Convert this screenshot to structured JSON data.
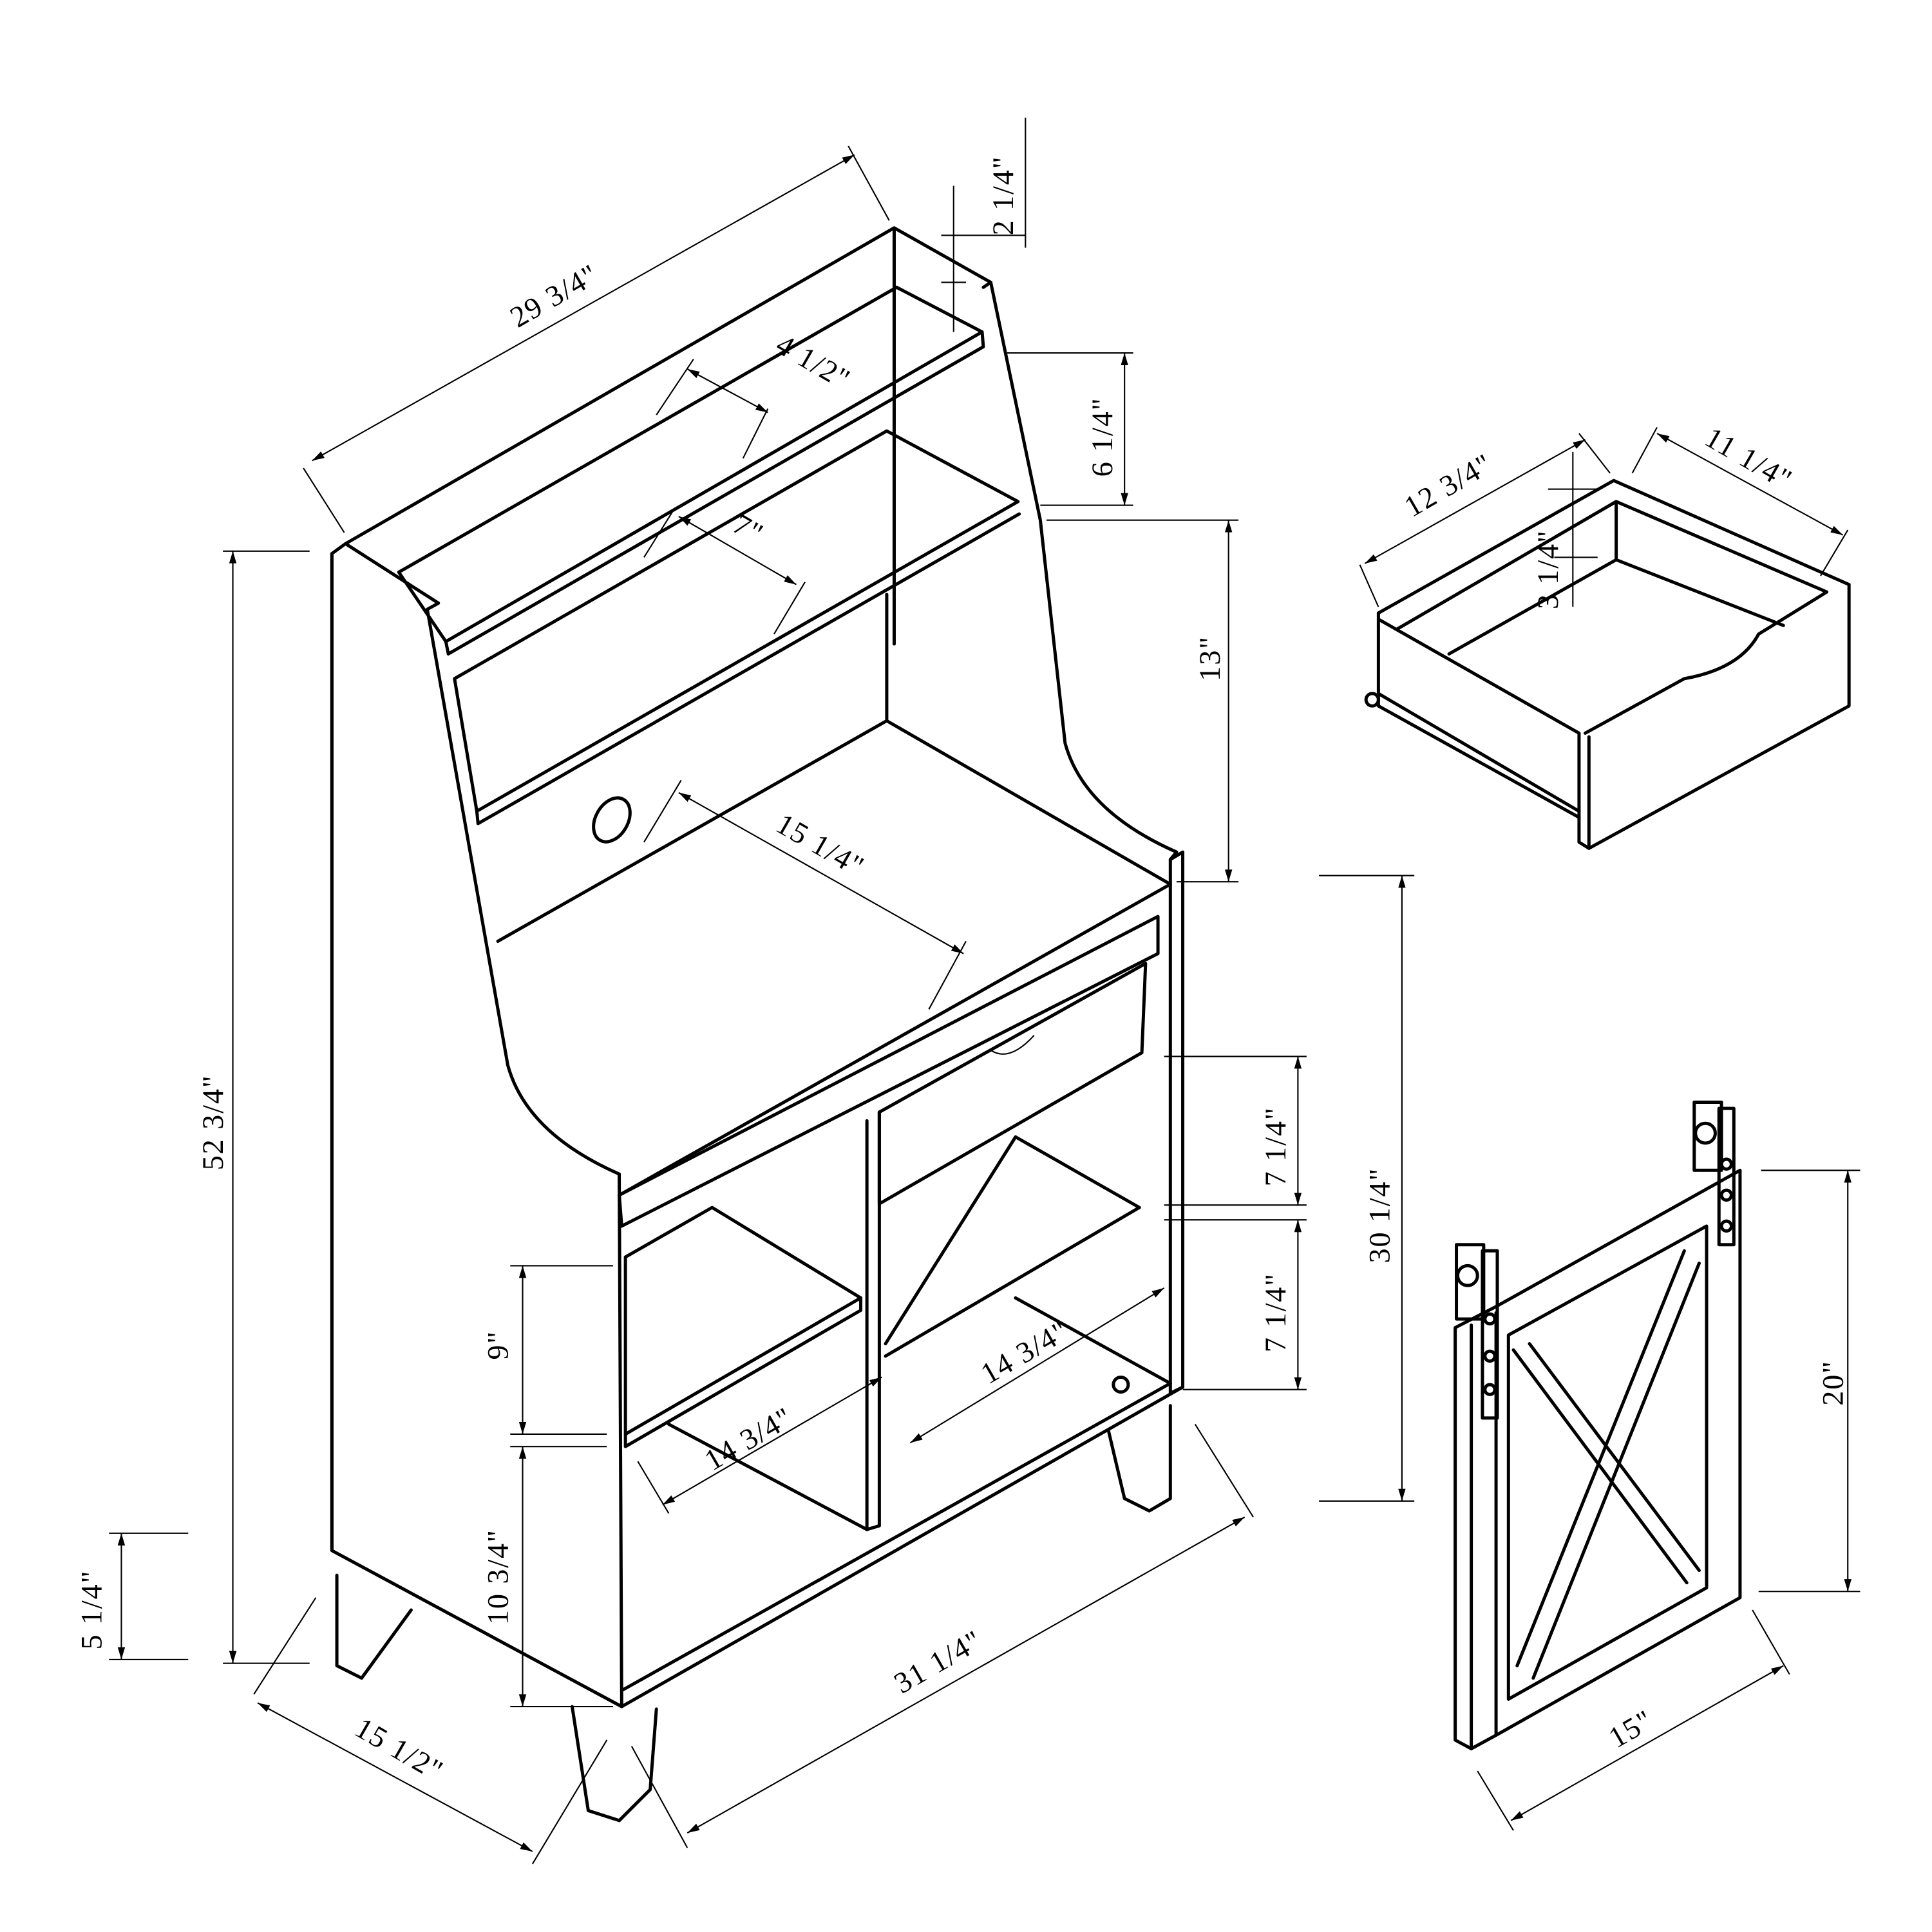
{
  "title": "Bakers rack cabinet dimension drawing",
  "colors": {
    "line": "#000000",
    "background": "#ffffff"
  },
  "cabinet": {
    "overall_width_top": "29 3/4\"",
    "top_lip_height": "2 1/4\"",
    "top_shelf_depth": "4 1/2\"",
    "top_shelf_spacing": "6 1/4\"",
    "middle_shelf_depth": "7\"",
    "microwave_opening_height": "13\"",
    "counter_depth": "15 1/4\"",
    "overall_height": "52 3/4\"",
    "drawer_height": "7 1/4\"",
    "lower_right_opening": "7 1/4\"",
    "base_height": "30 1/4\"",
    "left_upper_opening": "9\"",
    "right_shelf_width": "14 3/4\"",
    "left_shelf_width": "14 3/4\"",
    "left_lower_opening": "10 3/4\"",
    "leg_height": "5 1/4\"",
    "overall_width": "31 1/4\"",
    "overall_depth": "15 1/2\""
  },
  "drawer": {
    "width": "12 3/4\"",
    "depth": "11 1/4\"",
    "height": "3 1/4\""
  },
  "door": {
    "height": "20\"",
    "width": "15\""
  }
}
